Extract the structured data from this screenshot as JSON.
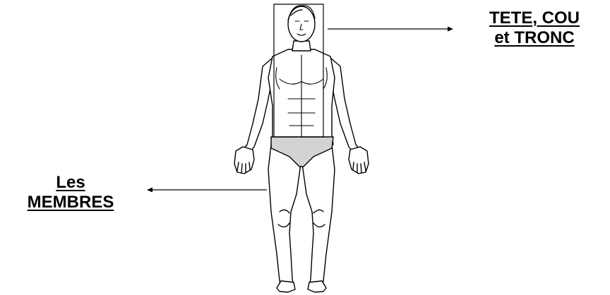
{
  "labels": {
    "trunk": {
      "line1": "TETE, COU",
      "line2": "et TRONC"
    },
    "limbs": {
      "line1": "Les",
      "line2": "MEMBRES"
    }
  },
  "colors": {
    "ink": "#000000",
    "brief": "#d3d3d3",
    "skin": "#ffffff"
  },
  "icons": {
    "figure": "human-body-front-view"
  }
}
